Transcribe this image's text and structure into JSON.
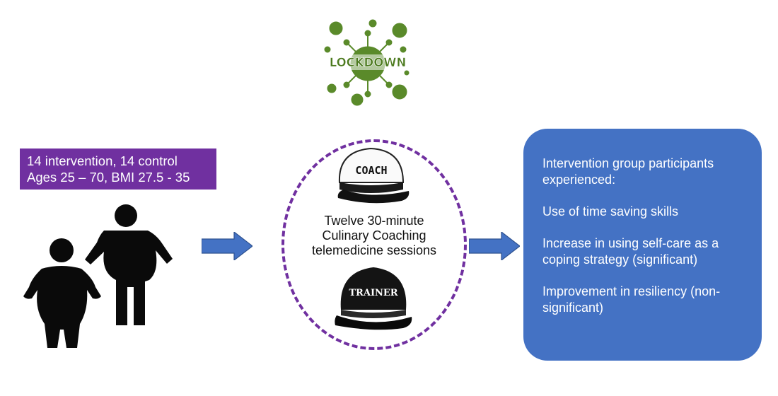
{
  "colors": {
    "purple": "#7030a0",
    "blue": "#4472c4",
    "virus_green": "#5a8a2a",
    "figure_black": "#0a0a0a"
  },
  "logo": {
    "text": "LOCKDOWN",
    "icon": "virus-icon"
  },
  "participants": {
    "line1": "14 intervention, 14 control",
    "line2": "Ages 25 – 70, BMI 27.5 - 35"
  },
  "intervention": {
    "cap_top": "COACH",
    "cap_bottom": "TRAINER",
    "lines": [
      "Twelve 30-minute",
      "Culinary Coaching",
      "telemedicine sessions"
    ]
  },
  "results": {
    "heading": "Intervention group participants experienced:",
    "items": [
      "Use of time saving skills",
      "Increase in using self-care as a coping strategy (significant)",
      "Improvement in resiliency (non-significant)"
    ]
  }
}
